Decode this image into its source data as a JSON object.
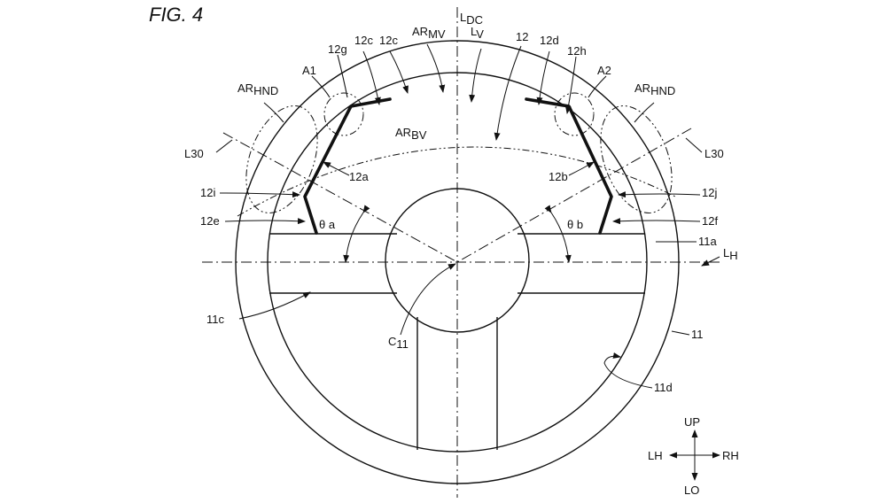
{
  "figure": {
    "title": "FIG. 4"
  },
  "labels": {
    "L_DC": "L",
    "L_DC_sub": "DC",
    "AR_MV": "AR",
    "AR_MV_sub": "MV",
    "L_V": "L",
    "L_V_sub": "V",
    "n12_top": "12",
    "n12c_a": "12c",
    "n12c_b": "12c",
    "n12g": "12g",
    "n12d": "12d",
    "n12h": "12h",
    "A1": "A1",
    "A2": "A2",
    "AR_HND_left": "AR",
    "AR_HND_left_sub": "HND",
    "AR_HND_right": "AR",
    "AR_HND_right_sub": "HND",
    "AR_BV": "AR",
    "AR_BV_sub": "BV",
    "L30_left": "L30",
    "L30_right": "L30",
    "n12a": "12a",
    "n12b": "12b",
    "n12i": "12i",
    "n12j": "12j",
    "n12e": "12e",
    "n12f": "12f",
    "theta_a": "θ a",
    "theta_b": "θ b",
    "n11a": "11a",
    "L_H": "L",
    "L_H_sub": "H",
    "n11c": "11c",
    "C11": "C",
    "C11_sub": "11",
    "n11": "11",
    "n11d": "11d"
  },
  "compass": {
    "up": "UP",
    "down": "LO",
    "left": "LH",
    "right": "RH"
  }
}
